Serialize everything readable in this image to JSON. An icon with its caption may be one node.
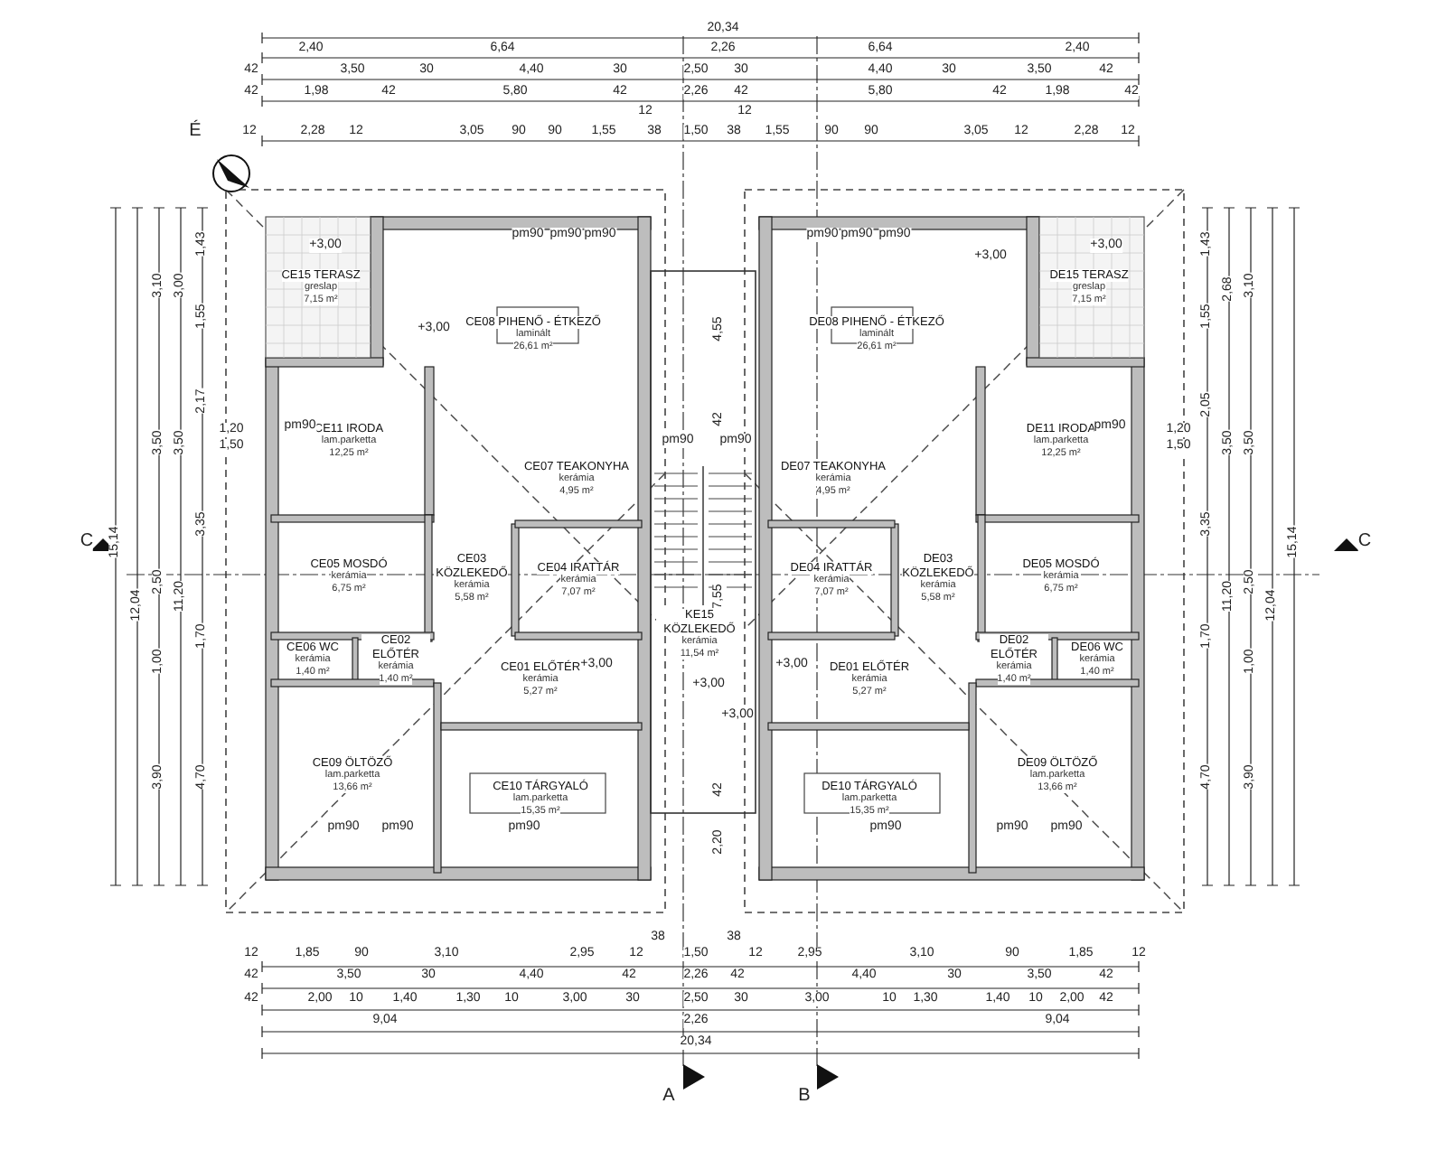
{
  "diagram": {
    "nodes": [
      {
        "text": [
          "CE15 TERASZ",
          "greslap",
          "7,15 m²"
        ]
      },
      {
        "text": [
          "CE08 PIHENŐ - ÉTKEZŐ",
          "laminált",
          "26,61 m²"
        ]
      },
      {
        "text": [
          "CE11 IRODA",
          "lam.parketta",
          "12,25 m²"
        ]
      },
      {
        "text": [
          "CE07 TEAKONYHA",
          "kerámia",
          "4,95 m²"
        ]
      },
      {
        "text": [
          "CE05 MOSDÓ",
          "kerámia",
          "6,75 m²"
        ]
      },
      {
        "text": [
          "CE03 KÖZLEKEDŐ",
          "kerámia",
          "5,58 m²"
        ]
      },
      {
        "text": [
          "CE04 IRATTÁR",
          "kerámia",
          "7,07 m²"
        ]
      },
      {
        "text": [
          "CE06 WC",
          "kerámia",
          "1,40 m²"
        ]
      },
      {
        "text": [
          "CE02 ELŐTÉR",
          "kerámia",
          "1,40 m²"
        ]
      },
      {
        "text": [
          "CE01 ELŐTÉR",
          "kerámia",
          "5,27 m²"
        ]
      },
      {
        "text": [
          "CE09 ÖLTÖZŐ",
          "lam.parketta",
          "13,66 m²"
        ]
      },
      {
        "text": [
          "CE10 TÁRGYALÓ",
          "lam.parketta",
          "15,35 m²"
        ]
      },
      {
        "text": [
          "KE15 KÖZLEKEDŐ",
          "kerámia",
          "11,54 m²"
        ]
      },
      {
        "text": [
          "DE08 PIHENŐ - ÉTKEZŐ",
          "laminált",
          "26,61 m²"
        ]
      },
      {
        "text": [
          "DE15 TERASZ",
          "greslap",
          "7,15 m²"
        ]
      },
      {
        "text": [
          "DE11 IRODA",
          "lam.parketta",
          "12,25 m²"
        ]
      },
      {
        "text": [
          "DE07 TEAKONYHA",
          "kerámia",
          "4,95 m²"
        ]
      },
      {
        "text": [
          "DE04 IRATTÁR",
          "kerámia",
          "7,07 m²"
        ]
      },
      {
        "text": [
          "DE03 KÖZLEKEDŐ",
          "kerámia",
          "5,58 m²"
        ]
      },
      {
        "text": [
          "DE05 MOSDÓ",
          "kerámia",
          "6,75 m²"
        ]
      },
      {
        "text": [
          "DE01 ELŐTÉR",
          "kerámia",
          "5,27 m²"
        ]
      },
      {
        "text": [
          "DE02 ELŐTÉR",
          "kerámia",
          "1,40 m²"
        ]
      },
      {
        "text": [
          "DE06 WC",
          "kerámia",
          "1,40 m²"
        ]
      },
      {
        "text": [
          "DE10 TÁRGYALÓ",
          "lam.parketta",
          "15,35 m²"
        ]
      },
      {
        "text": [
          "DE09 ÖLTÖZŐ",
          "lam.parketta",
          "13,66 m²"
        ]
      }
    ],
    "labels": [
      "20,34",
      "2,40",
      "6,64",
      "2,26",
      "6,64",
      "2,40",
      "42",
      "3,50",
      "30",
      "4,40",
      "30",
      "2,50",
      "30",
      "4,40",
      "30",
      "3,50",
      "42",
      "42",
      "1,98",
      "42",
      "5,80",
      "42",
      "2,26",
      "42",
      "5,80",
      "42",
      "1,98",
      "42",
      "12",
      "2,28",
      "12",
      "3,05",
      "90",
      "90",
      "1,55",
      "12",
      "38",
      "1,50",
      "38",
      "12",
      "1,55",
      "90",
      "90",
      "3,05",
      "12",
      "2,28",
      "12",
      "É",
      "C",
      "C",
      "15,14",
      "12,04",
      "3,10",
      "3,50",
      "2,50",
      "1,00",
      "3,90",
      "3,00",
      "3,50",
      "11,20",
      "1,43",
      "1,55",
      "2,17",
      "3,35",
      "1,70",
      "4,70",
      "1,43",
      "1,55",
      "2,05",
      "3,35",
      "1,70",
      "4,70",
      "2,68",
      "3,50",
      "11,20",
      "3,10",
      "3,50",
      "2,50",
      "1,00",
      "3,90",
      "12,04",
      "15,14",
      "4,55",
      "42",
      "7,55",
      "42",
      "2,20",
      "+3,00",
      "+3,00",
      "+3,00",
      "+3,00",
      "+3,00",
      "+3,00",
      "+3,00",
      "+3,00",
      "pm90",
      "pm90",
      "pm90",
      "pm90",
      "pm90",
      "pm90",
      "pm90",
      "pm90",
      "pm90",
      "pm90",
      "pm90",
      "pm90",
      "pm90",
      "pm90",
      "pm90",
      "pm90",
      "1,20",
      "1,50",
      "1,20",
      "1,50",
      "38",
      "38",
      "12",
      "1,85",
      "90",
      "3,10",
      "2,95",
      "12",
      "1,50",
      "12",
      "2,95",
      "3,10",
      "90",
      "1,85",
      "12",
      "42",
      "3,50",
      "30",
      "4,40",
      "42",
      "2,26",
      "42",
      "4,40",
      "30",
      "3,50",
      "42",
      "42",
      "2,00",
      "10",
      "1,40",
      "1,30",
      "10",
      "3,00",
      "30",
      "2,50",
      "30",
      "3,00",
      "10",
      "1,30",
      "1,40",
      "10",
      "2,00",
      "42",
      "9,04",
      "2,26",
      "9,04",
      "20,34",
      "A",
      "B"
    ]
  }
}
